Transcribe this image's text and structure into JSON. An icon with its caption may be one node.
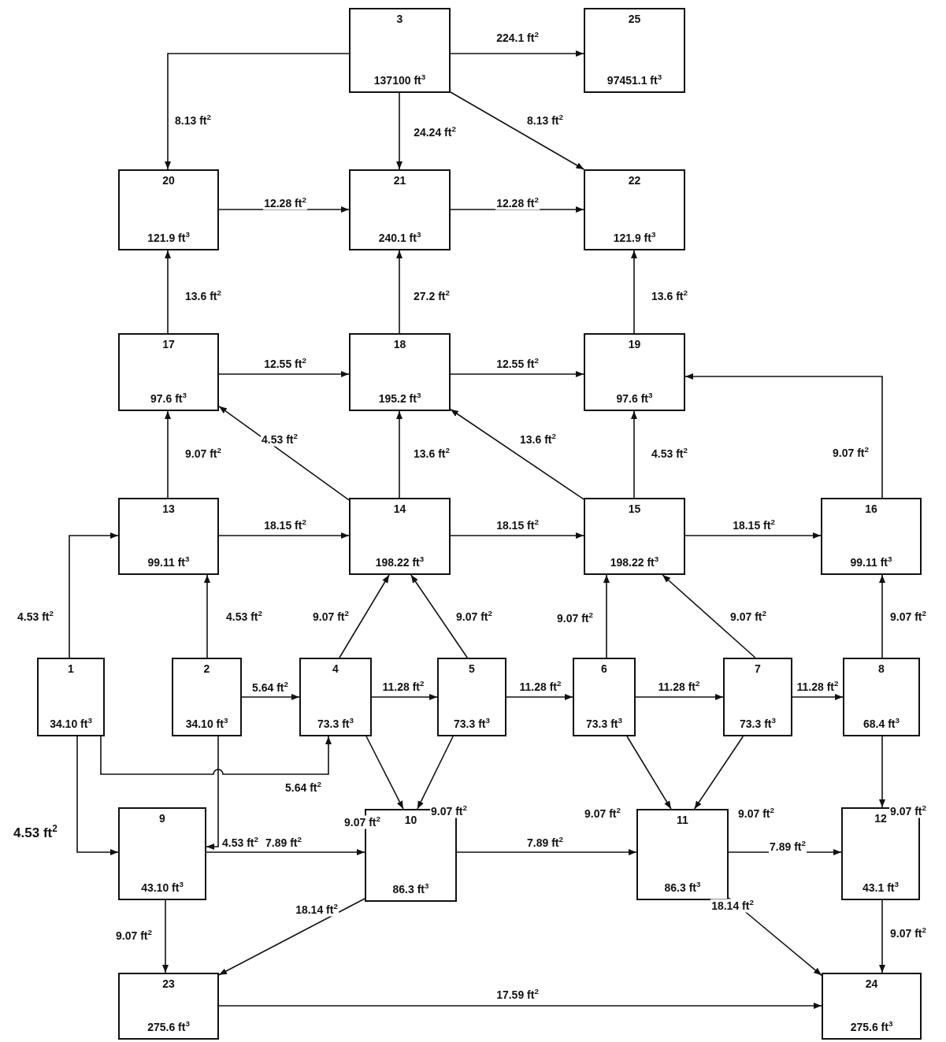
{
  "diagram": {
    "nodes": [
      {
        "text": [
          "3",
          "137100 ft$^{3}$"
        ]
      },
      {
        "text": [
          "25",
          "97451.1 ft$^{3}$"
        ]
      },
      {
        "text": [
          "20",
          "121.9 ft$^{3}$"
        ]
      },
      {
        "text": [
          "21",
          "240.1 ft$^{3}$"
        ]
      },
      {
        "text": [
          "22",
          "121.9 ft$^{3}$"
        ]
      },
      {
        "text": [
          "17",
          "97.6 ft$^{3}$"
        ]
      },
      {
        "text": [
          "18",
          "195.2 ft$^{3}$"
        ]
      },
      {
        "text": [
          "19",
          "97.6 ft$^{3}$"
        ]
      },
      {
        "text": [
          "13",
          "99.11 ft$^{3}$"
        ]
      },
      {
        "text": [
          "14",
          "198.22 ft$^{3}$"
        ]
      },
      {
        "text": [
          "15",
          "198.22 ft$^{3}$"
        ]
      },
      {
        "text": [
          "16",
          "99.11 ft$^{3}$"
        ]
      },
      {
        "text": [
          "1",
          "34.10 ft$^{3}$"
        ]
      },
      {
        "text": [
          "2",
          "34.10 ft$^{3}$"
        ]
      },
      {
        "text": [
          "4",
          "73.3 ft$^{3}$"
        ]
      },
      {
        "text": [
          "5",
          "73.3 ft$^{3}$"
        ]
      },
      {
        "text": [
          "6",
          "73.3 ft$^{3}$"
        ]
      },
      {
        "text": [
          "7",
          "73.3 ft$^{3}$"
        ]
      },
      {
        "text": [
          "8",
          "68.4 ft$^{3}$"
        ]
      },
      {
        "text": [
          "9",
          "43.10 ft$^{3}$"
        ]
      },
      {
        "text": [
          "10",
          "86.3 ft$^{3}$"
        ]
      },
      {
        "text": [
          "11",
          "86.3 ft$^{3}$"
        ]
      },
      {
        "text": [
          "12",
          "43.1 ft$^{3}$"
        ]
      },
      {
        "text": [
          "23",
          "275.6 ft$^{3}$"
        ]
      },
      {
        "text": [
          "24",
          "275.6 ft$^{3}$"
        ]
      }
    ],
    "edges": [
      {
        "from": 0,
        "to": 2,
        "arrow": "to",
        "label": "8.13 ft$^{2}$"
      },
      {
        "from": 0,
        "to": 3,
        "arrow": "to",
        "label": "24.24 ft$^{2}$"
      },
      {
        "from": 0,
        "to": 4,
        "arrow": "to",
        "label": "8.13 ft$^{2}$"
      },
      {
        "from": 0,
        "to": 1,
        "arrow": "to",
        "label": "224.1 ft$^{2}$"
      },
      {
        "from": 2,
        "to": 3,
        "arrow": "to",
        "label": "12.28 ft$^{2}$"
      },
      {
        "from": 3,
        "to": 4,
        "arrow": "to",
        "label": "12.28 ft$^{2}$"
      },
      {
        "from": 5,
        "to": 2,
        "arrow": "to",
        "label": "13.6 ft$^{2}$"
      },
      {
        "from": 6,
        "to": 3,
        "arrow": "to",
        "label": "27.2 ft$^{2}$"
      },
      {
        "from": 7,
        "to": 4,
        "arrow": "to",
        "label": "13.6 ft$^{2}$"
      },
      {
        "from": 5,
        "to": 6,
        "arrow": "to",
        "label": "12.55 ft$^{2}$"
      },
      {
        "from": 6,
        "to": 7,
        "arrow": "to",
        "label": "12.55 ft$^{2}$"
      },
      {
        "from": 11,
        "to": 7,
        "arrow": "to",
        "label": "9.07 ft$^{2}$"
      },
      {
        "from": 8,
        "to": 5,
        "arrow": "to",
        "label": "9.07 ft$^{2}$"
      },
      {
        "from": 9,
        "to": 5,
        "arrow": "to",
        "label": "4.53 ft$^{2}$"
      },
      {
        "from": 9,
        "to": 6,
        "arrow": "to",
        "label": "13.6 ft$^{2}$"
      },
      {
        "from": 10,
        "to": 6,
        "arrow": "to",
        "label": "13.6 ft$^{2}$"
      },
      {
        "from": 10,
        "to": 7,
        "arrow": "to",
        "label": "4.53 ft$^{2}$"
      },
      {
        "from": 8,
        "to": 9,
        "arrow": "to",
        "label": "18.15 ft$^{2}$"
      },
      {
        "from": 9,
        "to": 10,
        "arrow": "to",
        "label": "18.15 ft$^{2}$"
      },
      {
        "from": 10,
        "to": 11,
        "arrow": "to",
        "label": "18.15 ft$^{2}$"
      },
      {
        "from": 12,
        "to": 8,
        "arrow": "to",
        "label": "4.53 ft$^{2}$"
      },
      {
        "from": 13,
        "to": 8,
        "arrow": "to",
        "label": "4.53 ft$^{2}$"
      },
      {
        "from": 14,
        "to": 9,
        "arrow": "to",
        "label": "9.07 ft$^{2}$"
      },
      {
        "from": 15,
        "to": 9,
        "arrow": "to",
        "label": "9.07 ft$^{2}$"
      },
      {
        "from": 16,
        "to": 10,
        "arrow": "to",
        "label": "9.07 ft$^{2}$"
      },
      {
        "from": 17,
        "to": 10,
        "arrow": "to",
        "label": "9.07 ft$^{2}$"
      },
      {
        "from": 18,
        "to": 11,
        "arrow": "to",
        "label": "9.07 ft$^{2}$"
      },
      {
        "from": 13,
        "to": 14,
        "arrow": "to",
        "label": "5.64 ft$^{2}$"
      },
      {
        "from": 14,
        "to": 15,
        "arrow": "to",
        "label": "11.28 ft$^{2}$"
      },
      {
        "from": 15,
        "to": 16,
        "arrow": "to",
        "label": "11.28 ft$^{2}$"
      },
      {
        "from": 16,
        "to": 17,
        "arrow": "to",
        "label": "11.28 ft$^{2}$"
      },
      {
        "from": 17,
        "to": 18,
        "arrow": "to",
        "label": "11.28 ft$^{2}$"
      },
      {
        "from": 12,
        "to": 14,
        "arrow": "to",
        "label": "5.64 ft$^{2}$"
      },
      {
        "from": 12,
        "to": 19,
        "arrow": "to",
        "label": "4.53 ft$^{2}$"
      },
      {
        "from": 13,
        "to": 19,
        "arrow": "to",
        "label": "4.53 ft$^{2}$"
      },
      {
        "from": 14,
        "to": 20,
        "arrow": "to",
        "label": "9.07 ft$^{2}$"
      },
      {
        "from": 15,
        "to": 20,
        "arrow": "to",
        "label": "9.07 ft$^{2}$"
      },
      {
        "from": 16,
        "to": 21,
        "arrow": "to",
        "label": "9.07 ft$^{2}$"
      },
      {
        "from": 17,
        "to": 21,
        "arrow": "to",
        "label": "9.07 ft$^{2}$"
      },
      {
        "from": 18,
        "to": 22,
        "arrow": "to",
        "label": "9.07 ft$^{2}$"
      },
      {
        "from": 19,
        "to": 20,
        "arrow": "to",
        "label": "7.89 ft$^{2}$"
      },
      {
        "from": 20,
        "to": 21,
        "arrow": "to",
        "label": "7.89 ft$^{2}$"
      },
      {
        "from": 21,
        "to": 22,
        "arrow": "to",
        "label": "7.89 ft$^{2}$"
      },
      {
        "from": 19,
        "to": 23,
        "arrow": "to",
        "label": "9.07 ft$^{2}$"
      },
      {
        "from": 20,
        "to": 23,
        "arrow": "to",
        "label": "18.14 ft$^{2}$"
      },
      {
        "from": 21,
        "to": 24,
        "arrow": "to",
        "label": "18.14 ft$^{2}$"
      },
      {
        "from": 22,
        "to": 24,
        "arrow": "to",
        "label": "9.07 ft$^{2}$"
      },
      {
        "from": 23,
        "to": 24,
        "arrow": "to",
        "label": "17.59 ft$^{2}$"
      }
    ]
  }
}
